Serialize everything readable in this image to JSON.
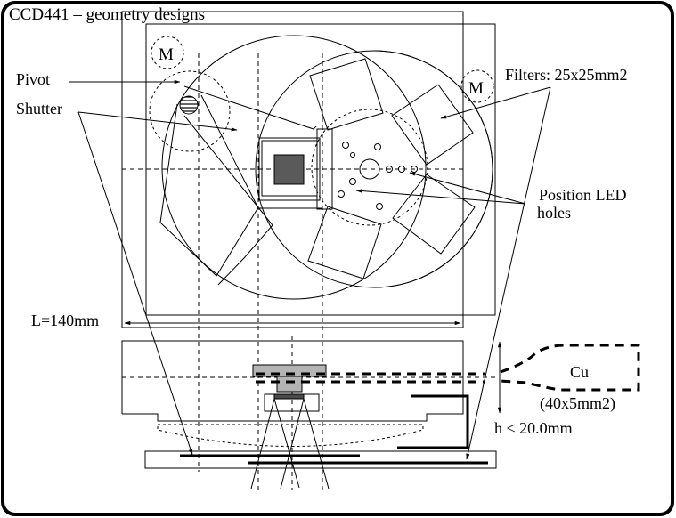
{
  "title": "CCD441 – geometry designs",
  "labels": {
    "pivot": "Pivot",
    "shutter": "Shutter",
    "filters": "Filters: 25x25mm2",
    "position_led_line1": "Position LED",
    "position_led_line2": "holes",
    "length": "L=140mm",
    "copper": "Cu",
    "copper_size": "(40x5mm2)",
    "height": "h < 20.0mm",
    "motor_left": "M",
    "motor_right": "M"
  },
  "colors": {
    "line": "#000000",
    "ccd_chip": "#5a5a5a",
    "cold_finger": "#b4b4b4",
    "ccd_side": "#4a4a4a",
    "frame": "#000000",
    "background": "#ffffff"
  }
}
